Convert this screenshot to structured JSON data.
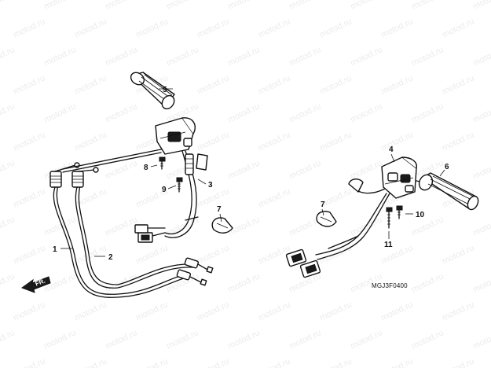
{
  "diagram": {
    "callouts": {
      "c1": "1",
      "c2": "2",
      "c3": "3",
      "c4": "4",
      "c5": "5",
      "c6": "6",
      "c7a": "7",
      "c7b": "7",
      "c8": "8",
      "c9": "9",
      "c10": "10",
      "c11": "11"
    },
    "direction_arrow": "FR.",
    "drawing_code": "MGJ3F0400",
    "watermark": "motod.ru",
    "colors": {
      "line": "#111111",
      "watermark": "#c8c8c8",
      "background": "#ffffff"
    }
  }
}
